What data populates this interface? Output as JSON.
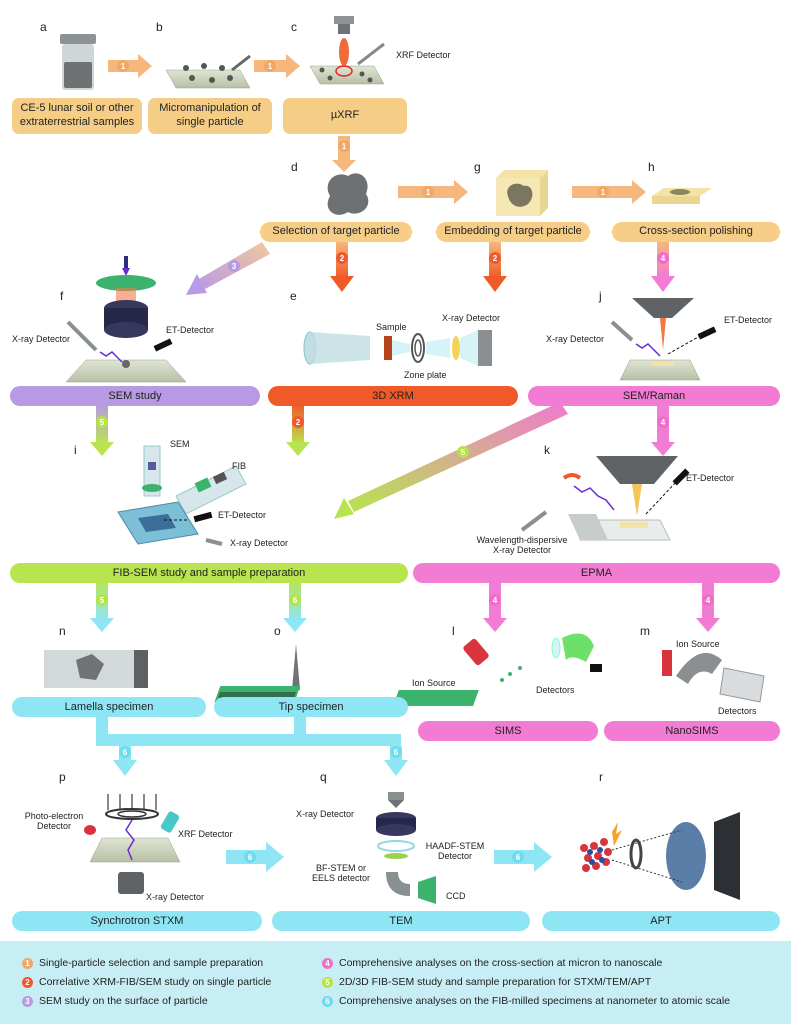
{
  "panels": {
    "a": "a",
    "b": "b",
    "c": "c",
    "d": "d",
    "e": "e",
    "f": "f",
    "g": "g",
    "h": "h",
    "i": "i",
    "j": "j",
    "k": "k",
    "l": "l",
    "m": "m",
    "n": "n",
    "o": "o",
    "p": "p",
    "q": "q",
    "r": "r"
  },
  "boxes": {
    "samples": "CE-5 lunar soil or other extraterrestrial samples",
    "micromanipulation": "Micromanipulation of single particle",
    "uxrf": "µXRF",
    "selection": "Selection of target particle",
    "embedding": "Embedding of target particle",
    "polishing": "Cross-section polishing",
    "sem_study": "SEM study",
    "xrm": "3D XRM",
    "sem_raman": "SEM/Raman",
    "fib_sem": "FIB-SEM study and sample preparation",
    "epma": "EPMA",
    "lamella": "Lamella specimen",
    "tip": "Tip specimen",
    "sims": "SIMS",
    "nanosims": "NanoSIMS",
    "stxm": "Synchrotron STXM",
    "tem": "TEM",
    "apt": "APT"
  },
  "labels": {
    "xrf_detector_c": "XRF Detector",
    "xray_detector_f": "X-ray Detector",
    "et_detector_f": "ET-Detector",
    "sample_e": "Sample",
    "xray_detector_e": "X-ray Detector",
    "zone_plate": "Zone plate",
    "xray_detector_j": "X-ray Detector",
    "et_detector_j": "ET-Detector",
    "sem_i": "SEM",
    "fib_i": "FIB",
    "et_detector_i": "ET-Detector",
    "xray_detector_i": "X-ray Detector",
    "et_detector_k": "ET-Detector",
    "wds": "Wavelength-dispersive X-ray Detector",
    "ion_source_l": "Ion Source",
    "detectors_l": "Detectors",
    "ion_source_m": "Ion Source",
    "detectors_m": "Detectors",
    "photoelectron": "Photo-electron Detector",
    "xrf_detector_p": "XRF Detector",
    "xray_detector_p": "X-ray Detector",
    "xray_detector_q": "X-ray Detector",
    "haadf": "HAADF-STEM Detector",
    "bf_stem": "BF-STEM or EELS detector",
    "ccd": "CCD"
  },
  "step_numbers": {
    "one": "1",
    "two": "2",
    "three": "3",
    "four": "4",
    "five": "5",
    "six": "6"
  },
  "legend": [
    {
      "num": "1",
      "color": "#f2a766",
      "text": "Single-particle selection and sample preparation"
    },
    {
      "num": "2",
      "color": "#ee5a2d",
      "text": "Correlative XRM-FIB/SEM study on single particle"
    },
    {
      "num": "3",
      "color": "#b79ae3",
      "text": "SEM study on the surface of particle"
    },
    {
      "num": "4",
      "color": "#ef6fc8",
      "text": "Comprehensive analyses on the cross-section at micron to nanoscale"
    },
    {
      "num": "5",
      "color": "#b6e34a",
      "text": "2D/3D FIB-SEM study and sample preparation for STXM/TEM/APT"
    },
    {
      "num": "6",
      "color": "#6fdcee",
      "text": "Comprehensive analyses on the FIB-milled specimens at nanometer to atomic scale"
    }
  ],
  "colors": {
    "orange": "#f6cd86",
    "orange_arrow": "#f5b77c",
    "red": "#f05a28",
    "purple": "#b79ae3",
    "pink": "#f27bd3",
    "green": "#b8e44f",
    "cyan": "#8ee6f4"
  }
}
